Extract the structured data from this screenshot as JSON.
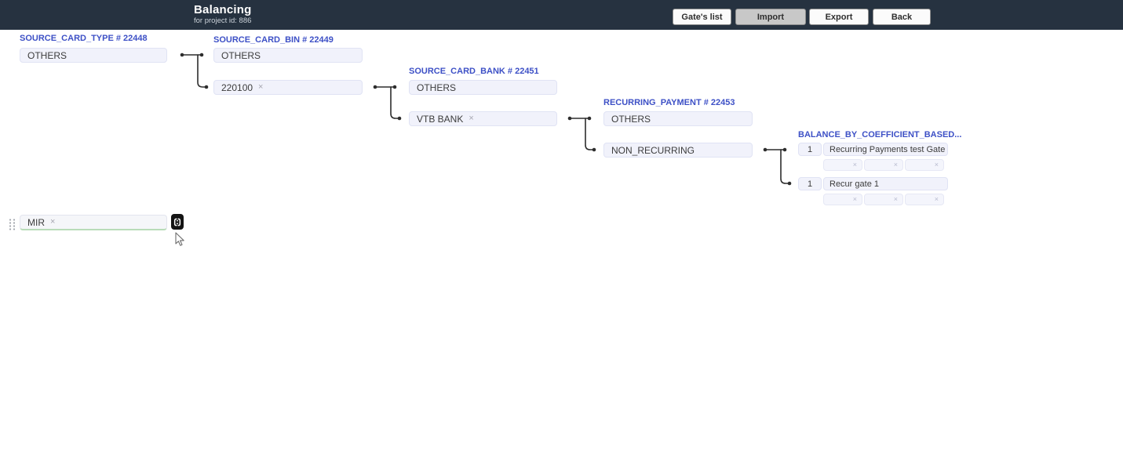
{
  "header": {
    "title": "Balancing",
    "subtitle": "for project id: 886",
    "buttons": [
      {
        "label": "Gate's list"
      },
      {
        "label": "Import"
      },
      {
        "label": "Export"
      },
      {
        "label": "Back"
      }
    ]
  },
  "tree": {
    "columns": [
      {
        "label": "SOURCE_CARD_TYPE # 22448",
        "nodes": [
          {
            "text": "OTHERS",
            "removable": false
          }
        ]
      },
      {
        "label": "SOURCE_CARD_BIN # 22449",
        "nodes": [
          {
            "text": "OTHERS",
            "removable": false
          },
          {
            "text": "220100",
            "removable": true
          }
        ]
      },
      {
        "label": "SOURCE_CARD_BANK # 22451",
        "nodes": [
          {
            "text": "OTHERS",
            "removable": false
          },
          {
            "text": "VTB BANK",
            "removable": true
          }
        ]
      },
      {
        "label": "RECURRING_PAYMENT # 22453",
        "nodes": [
          {
            "text": "OTHERS",
            "removable": false
          },
          {
            "text": "NON_RECURRING",
            "removable": false
          }
        ]
      }
    ],
    "gates_column": {
      "label": "BALANCE_BY_COEFFICIENT_BASED...",
      "rows": [
        {
          "weight": "1",
          "name": "Recurring Payments test Gate",
          "empty_slots": 3
        },
        {
          "weight": "1",
          "name": "Recur gate 1",
          "empty_slots": 3
        }
      ]
    }
  },
  "palette_chip": {
    "text": "MIR",
    "removable": true
  },
  "icons": {
    "remove": "×"
  },
  "colors": {
    "header_bg": "#263240",
    "label_blue": "#3d50c6",
    "node_bg": "#f1f2fb",
    "node_border": "#e0e3f4",
    "connector": "#2d2d2d",
    "chip_underline": "#b9dcb9",
    "swap_button_bg": "#141414",
    "import_button_bg": "#c8c8c8"
  }
}
